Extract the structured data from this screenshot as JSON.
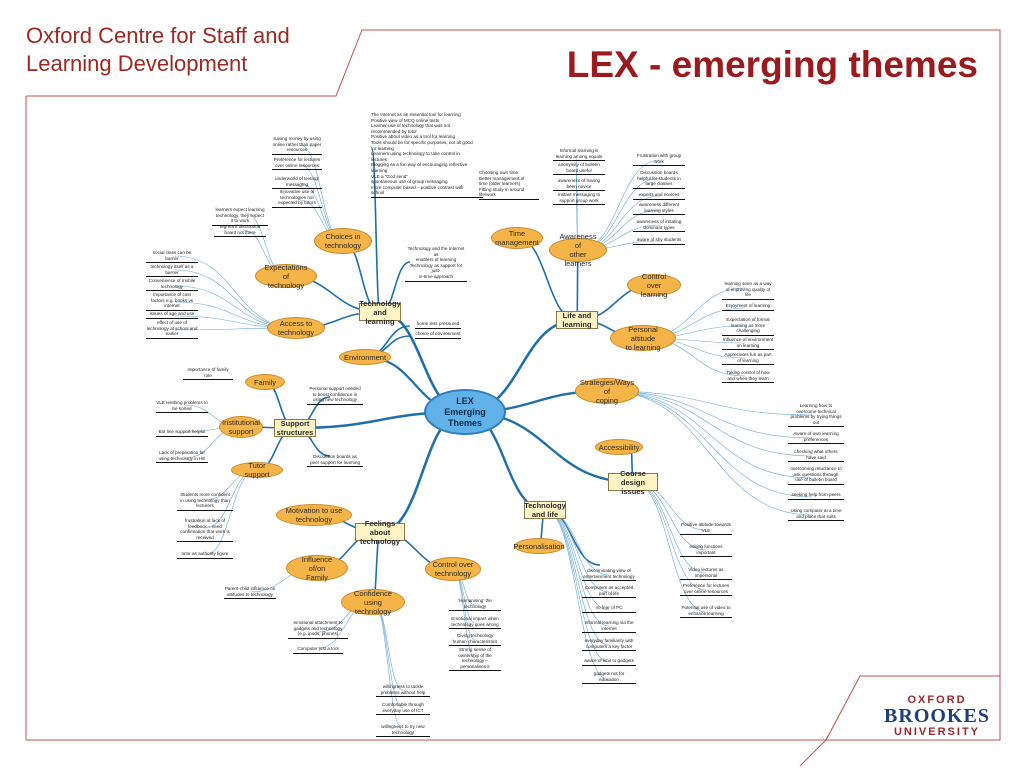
{
  "header": {
    "org_line1": "Oxford Centre for Staff and",
    "org_line2": "Learning Development",
    "title": "LEX - emerging themes"
  },
  "logo": {
    "line1": "OXFORD",
    "line2": "BROOKES",
    "line3": "UNIVERSITY"
  },
  "colors": {
    "title": "#9a1a1e",
    "frame": "#c0504d",
    "branch": "#1f6fa8",
    "node": "#f5b447",
    "center": "#5fb1e8"
  },
  "mindmap": {
    "center": "LEX\nEmerging Themes",
    "nodes": {
      "tech_learning": "Technology\nand learning",
      "choices": "Choices in\ntechnology",
      "expectations": "Expectations of\ntechnology",
      "access": "Access to\ntechnology",
      "environment": "Environment",
      "time_mgmt": "Time\nmanagement",
      "awareness": "Awareness of\nother learners",
      "life_learning": "Life and\nlearning",
      "control_learning": "Control over\nlearning",
      "personal_attitude": "Personal attitude\nto learning",
      "strategies": "Strategies/Ways of\ncoping",
      "family": "Family",
      "support": "Support\nstructures",
      "institutional": "Institutional\nsupport",
      "tutor": "Tutor support",
      "accessibility": "Accessibility",
      "course_design": "Course design\nissues",
      "tech_life": "Technology\nand life",
      "personalisation": "Personalisation",
      "motivation": "Motivation to use\ntechnology",
      "feelings": "Feelings about\ntechnology",
      "influence": "Influence of/on\nFamily",
      "confidence": "Confidence using\ntechnology",
      "control_tech": "Control over\ntechnology"
    },
    "leaves": {
      "tl_list": "The Internet as an essential tool for learning\nPositive view of MCQ online tests\nLearner use of technology that was not\nrecommended by tutor\nPositive about video as a tool for learning\nTools should be for specific purposes, not all good\nfor learning\nLearners using technology to take control in\nlectures\nBlogging as a fun way of encouraging reflective\nlearning\nVLE a \"God send\"\nspontaneous use of group messaging\nmore computer based – positive contrast with\nschool",
      "tl_enablers": "Technology and the Internet as\nenablers of learning\nTechnology as support for just-\nin-time approach",
      "choice1": "Saving money by using\nonline rather than paper\nresources",
      "choice2": "Preference for lectures\nover online resources",
      "choice3": "underworld of texting/\nmessaging",
      "choice4": "Innovative use of\ntechnologies not\nexpected by tutors",
      "exp1": "learners expect learning\ntechnology, they expect\nit to work",
      "exp2": "regrets if discussion\nboard not there",
      "acc1": "social class can be\nbarrier",
      "acc2": "technology itself as a\nbarrier",
      "acc3": "Convenience of mobile\ntechnology",
      "acc4": "Importance of cost\nfactors e.g. books vs\ninternet",
      "acc5": "issues of age and use",
      "acc6": "effect of use of\ntechnology at school and\nearlier",
      "env1": "home less pressured",
      "env2": "choice of environment",
      "time1": "Choosing own time\nBetter management of\ntime (older learners)\nFitting study in around\nlife/work",
      "aw1": "Informal learning is\nlearning among equals",
      "aw2": "anonymity of bulletin\nboard useful",
      "aw3": "awareness of having\nbeen novice",
      "aw4": "Instant messaging to\nsupport group work",
      "aw5": "Frustration with group\nwork",
      "aw6": "Discussion boards\nhelpful for students in\nlarge classes",
      "aw7": "experts and novices",
      "aw8": "awareness different\nlearning styles",
      "aw9": "awareness of irritating\ndominant types",
      "aw10": "aware of shy students",
      "pa1": "learning seen as a way\nof improving quality of\nlife",
      "pa2": "Enjoyment of learning",
      "pa3": "Expectation of formal\nlearning as more\nchallenging",
      "pa4": "Influence of environment\non learning",
      "pa5": "Appreciates fun as part\nof learning",
      "pa6": "Taking control of how\nand when they learn",
      "st1": "Learning how to\novercome technical\nproblems by trying things\nout",
      "st2": "Aware of own learning\npreferences",
      "st3": "checking what others\nhave said",
      "st4": "overcoming reluctance to\nask questions through\nuse of bulletin board",
      "st5": "seeking help from peers",
      "st6": "Using computer at a time\nand place that suits",
      "fam1": "Importance of family role",
      "sup1": "Personal support needed\nto boost confidence in\nusing new technology",
      "sup2": "Discussion boards as\npeer support for learning",
      "inst1": "VLE teething problems to\nbe sorted",
      "inst2": "Bot line support helpful",
      "inst3": "Lack of preparation for\nusing technology in HE",
      "tut1": "Students more confident\nin using technology than\nlecturers",
      "tut2": "frustration at lack of\nfeedback – need\nconfirmation that work is\nreceived",
      "tut3": "tutor as authority figure",
      "cd1": "Positive attitude towards\nVLE",
      "cd2": "editing functions\nimportant",
      "cd3": "Video lectures as\nimpersonal",
      "cd4": "Preference for lectures\nover online resources",
      "cd5": "Potential use of video to\nenhance learning",
      "tlf1": "discriminating view of\nentertainment technology",
      "tlf2": "Computers as accepted\npart of life",
      "tlf3": "no fear of PC",
      "tlf4": "Informal learning via the\ninternet",
      "tlf5": "everyday familiarity with\ncomputers a key factor",
      "tlf6": "aware of limit to gadgets",
      "tlf7": "gadgets not for\neducation",
      "inf1": "Parent-child influence on\nattitudes to technology",
      "conf1": "emotional attachment to\ngadgets and technology\n(e.g. ipods, phones)",
      "conf2": "Computer just a tool",
      "conf3": "willingness to tackle\nproblems without help",
      "conf4": "Comfortable through\neveryday use of ICT",
      "conf5": "willingness to try new\ntechnology",
      "ct1": "'Humanising' the\ntechnology",
      "ct2": "Emotional impact when\ntechnology goes wrong",
      "ct3": "Giving technology\nhuman characteristics",
      "ct4": "Strong sense of\nownership of the\ntechnology –\npersonalises it"
    }
  }
}
